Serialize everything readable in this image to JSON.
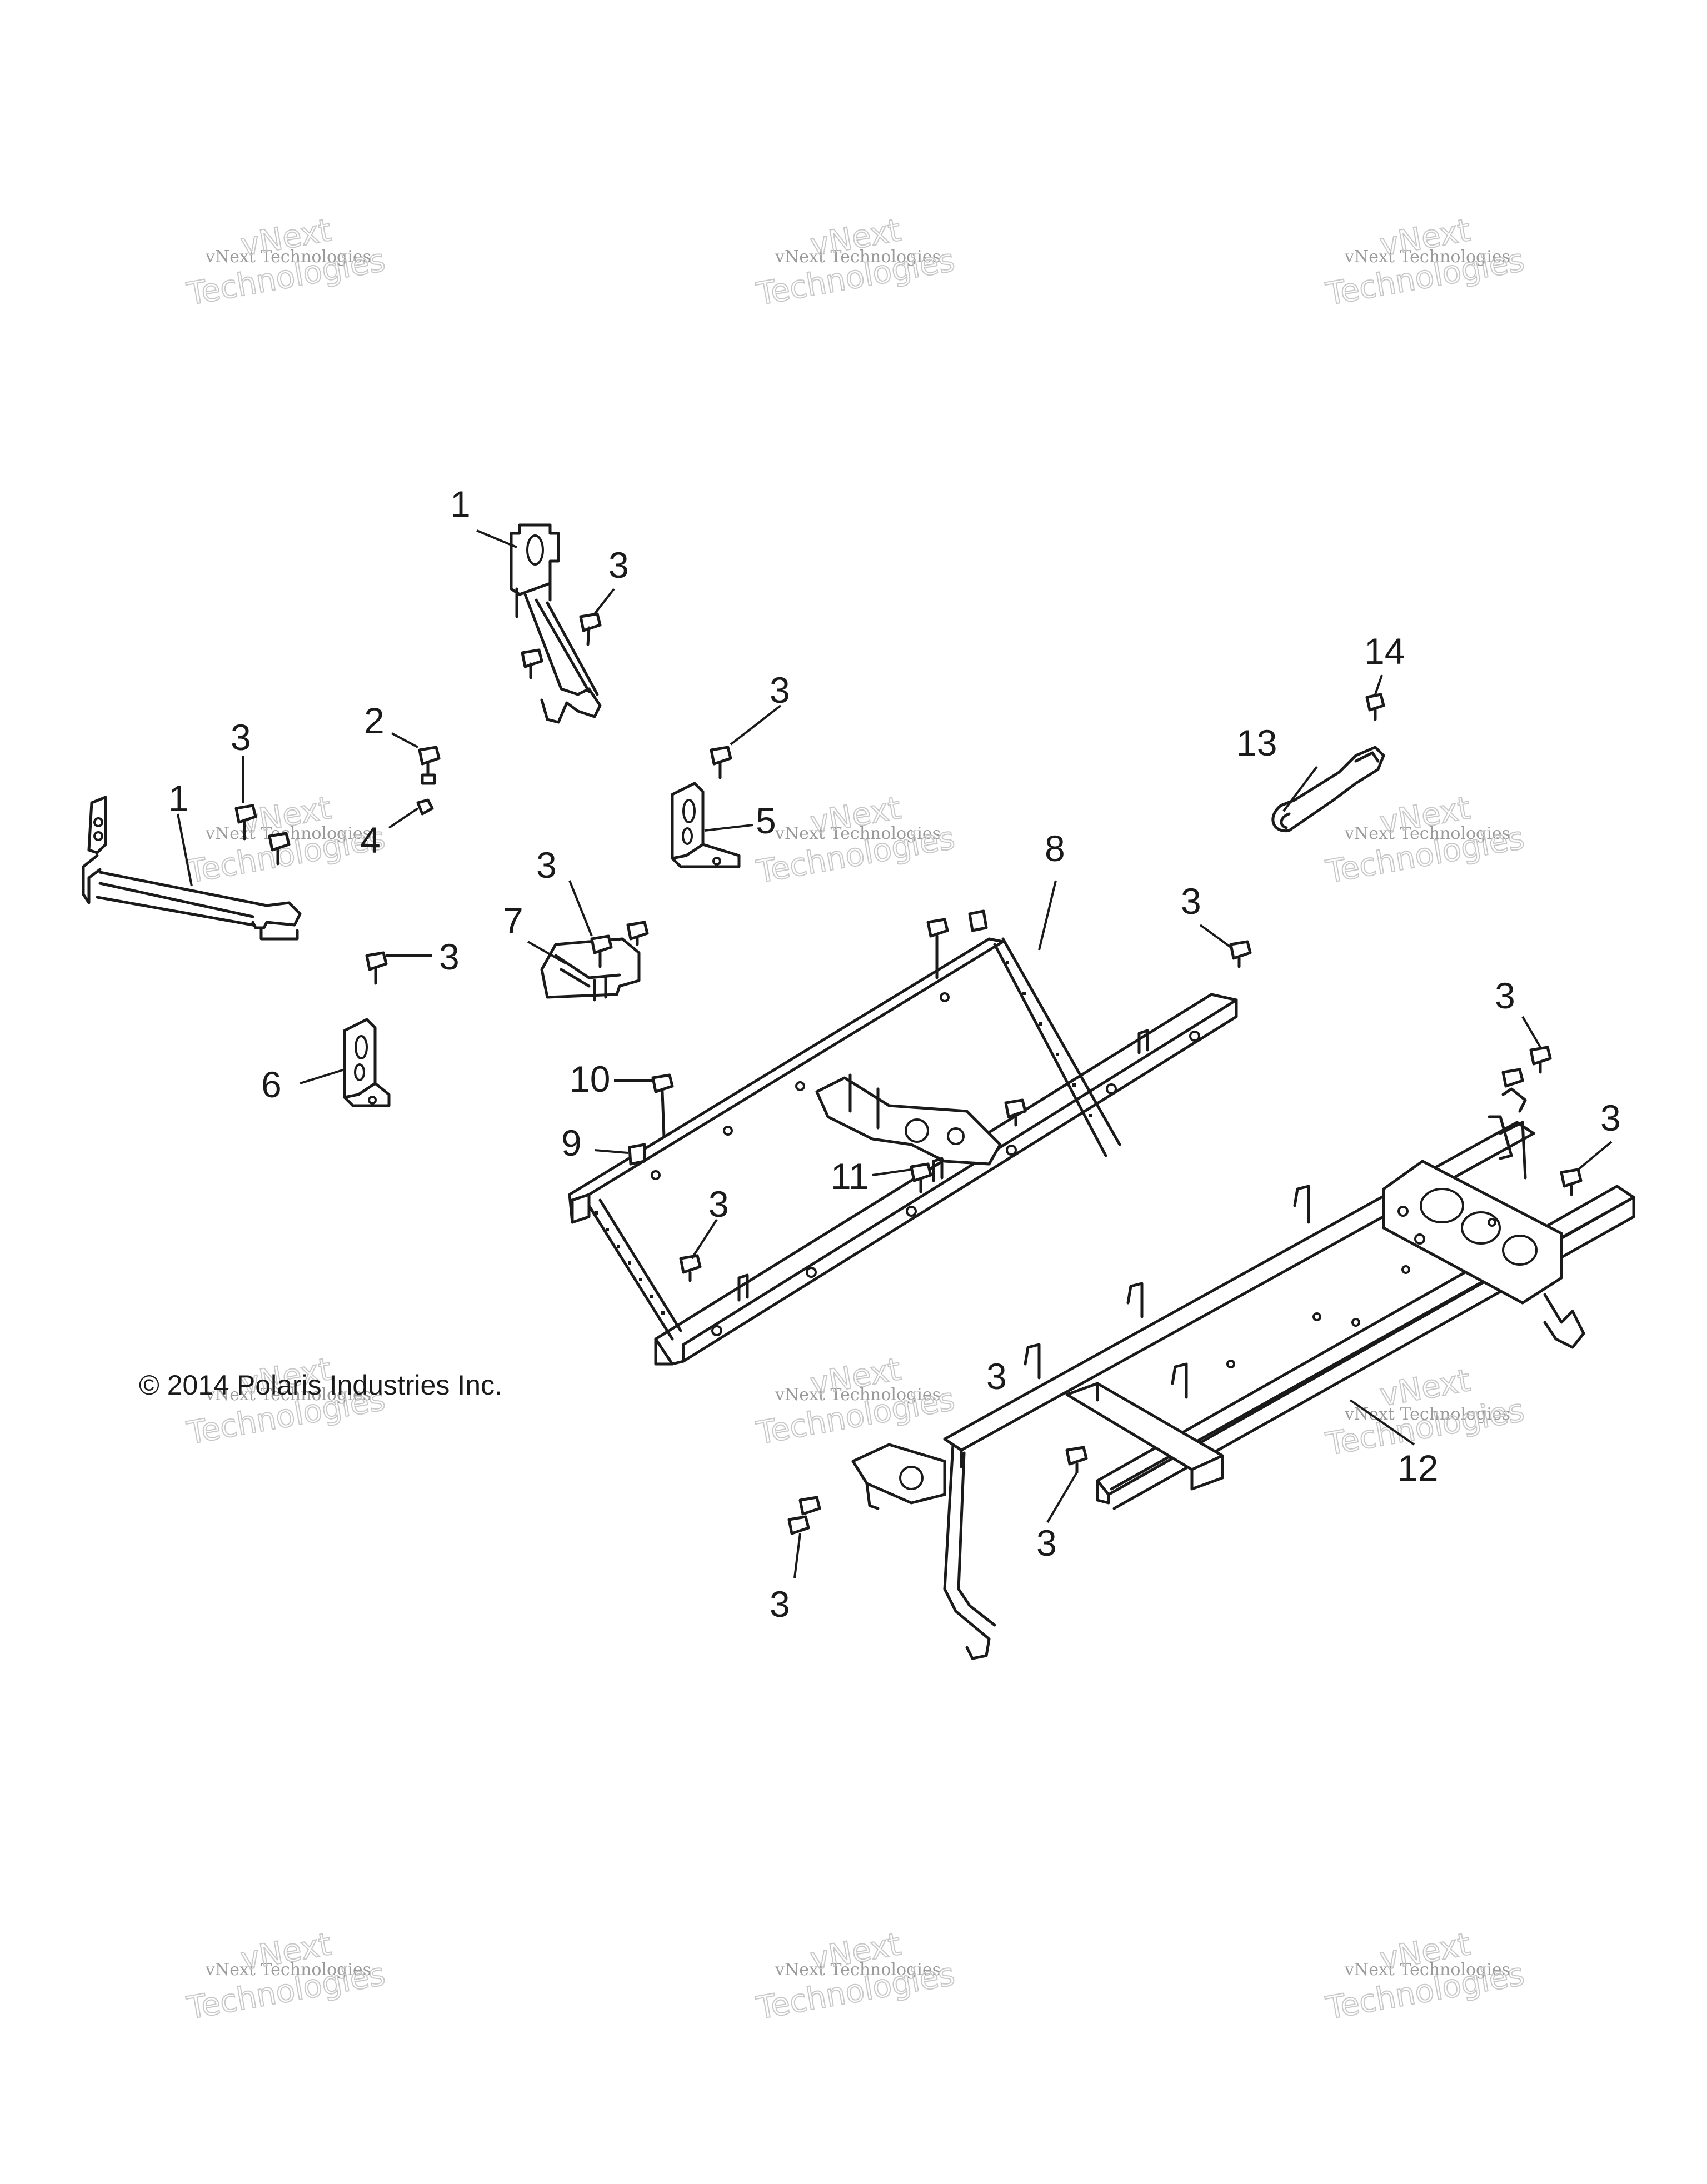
{
  "copyright": "© 2014 Polaris Industries Inc.",
  "watermark": {
    "small": "vNext Technologies",
    "top": "vNext",
    "bottom": "Technologies"
  },
  "callouts": [
    "1",
    "1",
    "2",
    "3",
    "3",
    "3",
    "3",
    "3",
    "3",
    "3",
    "3",
    "3",
    "3",
    "3",
    "3",
    "4",
    "5",
    "6",
    "7",
    "8",
    "9",
    "10",
    "11",
    "12",
    "13",
    "14"
  ]
}
